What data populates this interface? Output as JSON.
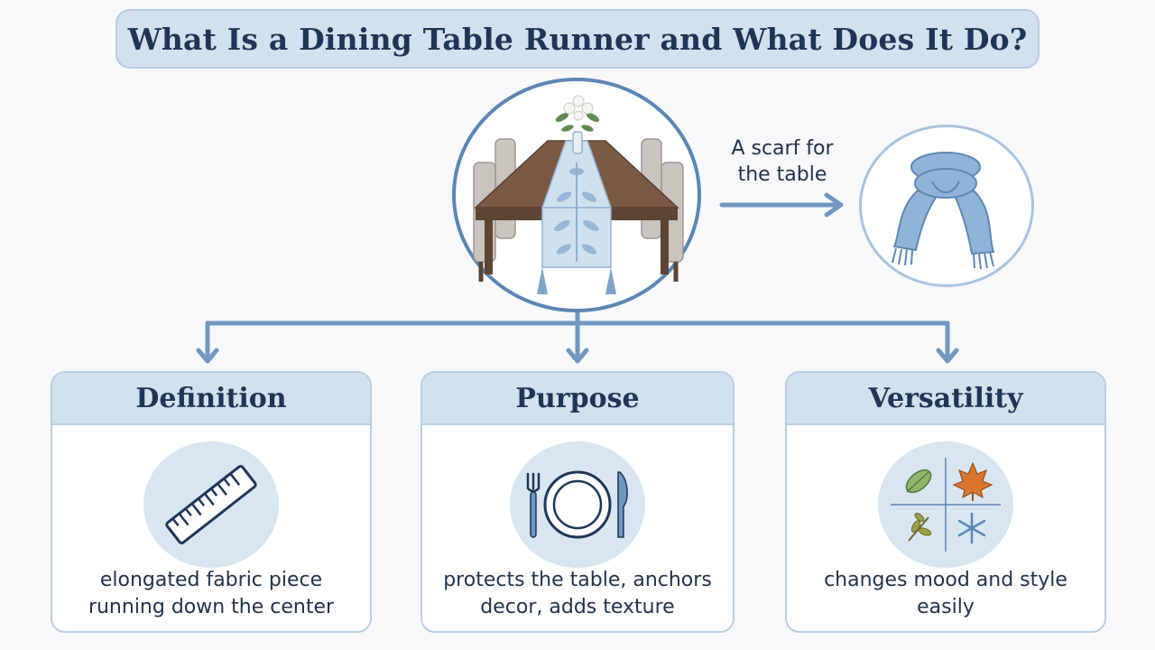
{
  "title": "What Is a Dining Table Runner and What Does It Do?",
  "analogy": {
    "caption": "A scarf for the table",
    "main_image_icon": "dining-table-with-runner-icon",
    "analogy_image_icon": "scarf-icon"
  },
  "cards": [
    {
      "title": "Definition",
      "icon": "ruler-icon",
      "description": "elongated fabric piece running down the center"
    },
    {
      "title": "Purpose",
      "icon": "place-setting-icon",
      "description": "protects the table, anchors decor, adds texture"
    },
    {
      "title": "Versatility",
      "icon": "four-seasons-icon",
      "description": "changes mood and style easily"
    }
  ],
  "colors": {
    "accent_blue": "#5a86b5",
    "header_fill": "#d2e1ef",
    "border_light": "#b9cfe4",
    "icon_circle": "#d8e6f2",
    "text_dark": "#1f3558"
  }
}
